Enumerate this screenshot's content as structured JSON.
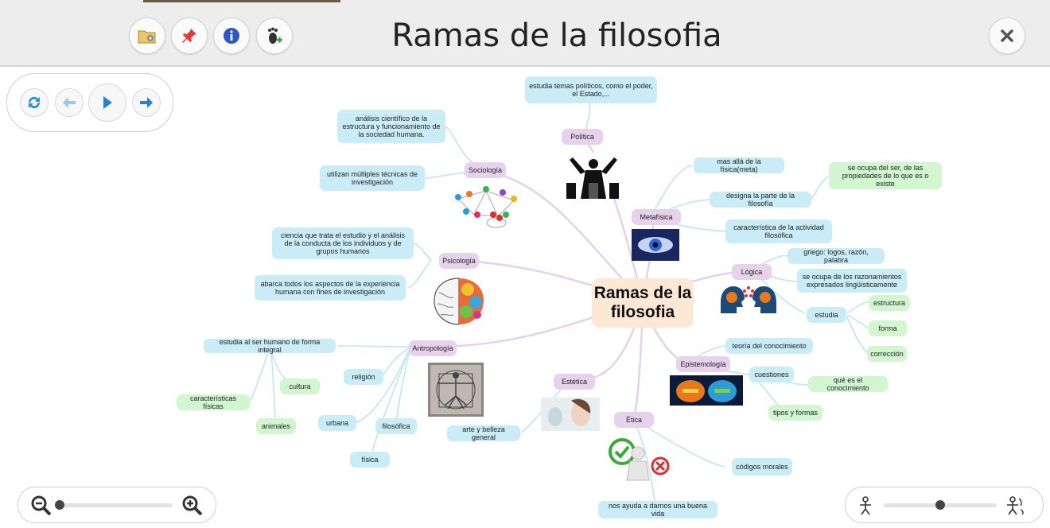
{
  "window": {
    "title": "Ramas de la filosofia"
  },
  "toolbar": {
    "buttons": [
      {
        "name": "settings-folder-icon"
      },
      {
        "name": "pin-icon"
      },
      {
        "name": "info-icon"
      },
      {
        "name": "footprint-icon"
      }
    ],
    "close_icon": "close-icon"
  },
  "colors": {
    "branch_blue": "#c9ecf6",
    "leaf_green": "#d2f6cf",
    "branch_purple": "#e6d2ec",
    "center": "#fde8d6",
    "connector": "#d9c6e4"
  },
  "navigation": {
    "buttons": [
      "refresh-icon",
      "back-arrow-icon",
      "play-icon",
      "forward-arrow-icon"
    ]
  },
  "zoom": {
    "level": 0.0
  },
  "detail_level": {
    "level": 0.5
  },
  "mindmap": {
    "center": "Ramas de la filosofia",
    "politica": {
      "label": "Política",
      "desc": "estudia temas políticos, como el poder, el Estado,..."
    },
    "sociologia": {
      "label": "Sociología",
      "desc1": "análisis científico de la estructura y funcionamiento de la sociedad humana.",
      "desc2": "utilizan múltiples técnicas de investigación"
    },
    "psicologia": {
      "label": "Psicología",
      "desc1": "ciencia que trata el estudio y el análisis de la conducta de los individuos y de grupos humanos",
      "desc2": "abarca todos los aspectos de la experiencia humana con fines de investigación"
    },
    "antropologia": {
      "label": "Antropología",
      "desc": "estudia al ser humano de forma integral",
      "cultura": "cultura",
      "caracteristicas": "características físicas",
      "animales": "animales",
      "religion": "religión",
      "urbana": "urbana",
      "filosofica": "filosófica",
      "fisica": "física"
    },
    "estetica": {
      "label": "Estética",
      "desc": "arte y belleza general"
    },
    "etica": {
      "label": "Ética",
      "desc1": "códigos morales",
      "desc2": "nos ayuda a darnos una buena vida"
    },
    "epistemologia": {
      "label": "Epistemología",
      "desc": "teoría del conocimiento",
      "cuestiones": "cuestiones",
      "q1": "qué es el conocimiento",
      "q2": "tipos y formas"
    },
    "logica": {
      "label": "Lógica",
      "d1": "griego: logos, razón, palabra",
      "d2": "se ocupa de los razonamientos expresados lingüísticamente",
      "estudia": "estudia",
      "s1": "estructura",
      "s2": "forma",
      "s3": "corrección"
    },
    "metafisica": {
      "label": "Metafísica",
      "d1": "mas allá de la física(meta)",
      "d2": "designa la parte de la filosofía",
      "d2a": "se ocupa del ser, de las propiedades de lo que es o existe",
      "d3": "característica de la actividad filosófica"
    }
  }
}
